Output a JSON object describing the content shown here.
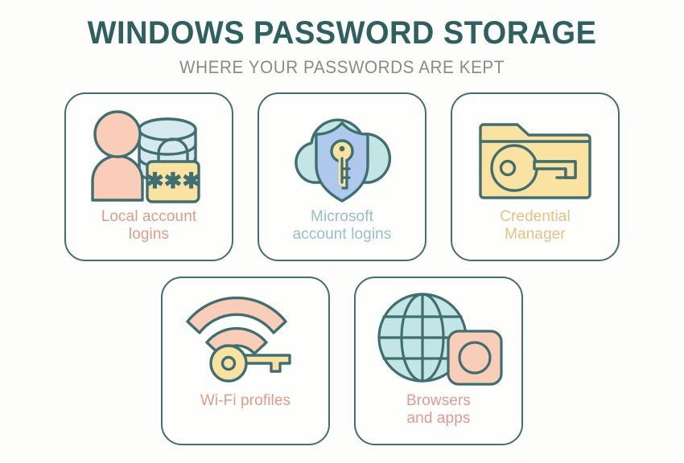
{
  "header": {
    "title": "WINDOWS PASSWORD STORAGE",
    "subtitle": "WHERE YOUR PASSWORDS ARE KEPT"
  },
  "colors": {
    "background": "#FDFDFB",
    "title": "#2F6061",
    "subtitle": "#8A8A8A",
    "stroke": "#3F6F70",
    "salmon": "#FACDB8",
    "pale_blue": "#D6E9EF",
    "cyan": "#C4E5E5",
    "periwinkle": "#AEC9EC",
    "yellow": "#FAE3A0",
    "label_salmon": "#DE9C88",
    "label_blue": "#94BFC6",
    "label_gold": "#E7C084",
    "label_pink": "#E09A95"
  },
  "cards": [
    {
      "id": "local-account-logins",
      "label_line1": "Local account",
      "label_line2": "logins",
      "label_color_class": "label-salmon",
      "icons": [
        "user-icon",
        "database-icon",
        "padlock-icon"
      ],
      "padlock_text": "✱✱✱"
    },
    {
      "id": "microsoft-account-logins",
      "label_line1": "Microsoft",
      "label_line2": "account logins",
      "label_color_class": "label-blue",
      "icons": [
        "cloud-icon",
        "shield-icon",
        "key-icon"
      ]
    },
    {
      "id": "credential-manager",
      "label_line1": "Credential",
      "label_line2": "Manager",
      "label_color_class": "label-gold",
      "icons": [
        "folder-icon",
        "key-icon"
      ]
    },
    {
      "id": "wifi-profiles",
      "label_line1": "Wi-Fi profiles",
      "label_line2": "",
      "label_color_class": "label-salmon",
      "icons": [
        "wifi-icon",
        "key-icon"
      ]
    },
    {
      "id": "browsers-and-apps",
      "label_line1": "Browsers",
      "label_line2": "and apps",
      "label_color_class": "label-pink",
      "icons": [
        "globe-icon",
        "app-window-icon"
      ]
    }
  ]
}
